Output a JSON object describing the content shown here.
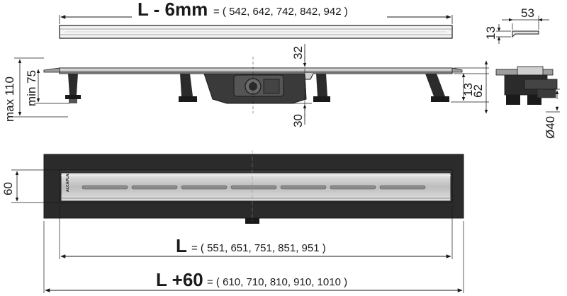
{
  "top_length": {
    "label": "L - 6mm",
    "values": "= ( 542, 642, 742, 842, 942 )"
  },
  "grate_profile": {
    "width_label": "53",
    "height_label": "13"
  },
  "side_view": {
    "max_height": "max 110",
    "min_height": "min 75",
    "top_gap": "32",
    "outlet_drop": "30",
    "leg_height": "13",
    "total_height": "62"
  },
  "end_view": {
    "outlet_diameter": "Ø40"
  },
  "plan_view": {
    "width": "60",
    "L": {
      "label": "L",
      "values": "= ( 551, 651, 751, 851, 951 )"
    },
    "L60": {
      "label": "L +60",
      "values": "= ( 610, 710, 810, 910, 1010 )"
    },
    "brand_mark": "ALCAPLAST"
  },
  "colors": {
    "line": "#1a1a1a",
    "dark_fill": "#2b2b2b",
    "steel": "#d9d9d9",
    "mid_gray": "#8c8c8c"
  }
}
